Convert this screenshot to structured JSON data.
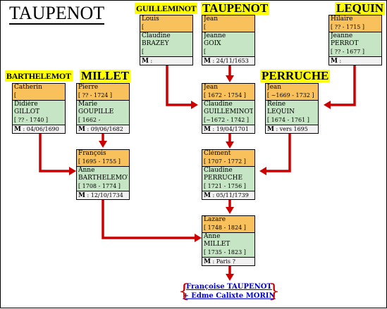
{
  "title": "TAUPENOT",
  "families": {
    "guilleminot": "GUILLEMINOT",
    "taupenot": "TAUPENOT",
    "lequin": "LEQUIN",
    "barthelemot": "BARTHELEMOT",
    "millet": "MILLET",
    "perruche": "PERRUCHE"
  },
  "couples": {
    "guilleminot": {
      "male": "Louis",
      "male_dates": "[",
      "female1": "Claudine",
      "female2": "BRAZEY",
      "female_dates": "[",
      "marriage_label": "M",
      "marriage": ":"
    },
    "taupenot": {
      "male": "Jean",
      "male_dates": "[",
      "female1": "Jeanne",
      "female2": "GOIX",
      "female_dates": "[",
      "marriage_label": "M",
      "marriage": ": 24/11/1653"
    },
    "lequin": {
      "male": "Hilaire",
      "male_dates": "[ ?? - 1715 ]",
      "female1": "Jeanne",
      "female2": "PERROT",
      "female_dates": "[ ?? - 1677 ]",
      "marriage_label": "M",
      "marriage": ":"
    },
    "barthelemot": {
      "male": "Catherin",
      "male_dates": "[",
      "female1": "Didière",
      "female2": "GILLOT",
      "female_dates": "[ ?? - 1740 ]",
      "marriage_label": "M",
      "marriage": ": 04/06/1690"
    },
    "millet": {
      "male": "Pierre",
      "male_dates": "[ ?? - 1724 ]",
      "female1": "Marie",
      "female2": "GOUPILLE",
      "female_dates": "[ 1662 -",
      "marriage_label": "M",
      "marriage": ": 09/06/1682"
    },
    "taupenot2": {
      "male": "Jean",
      "male_dates": "[ 1672 - 1754 ]",
      "female1": "Claudine",
      "female2": "GUILLEMINOT",
      "female_dates": "[~1672 - 1742 ]",
      "marriage_label": "M",
      "marriage": ": 19/04/1701"
    },
    "perruche": {
      "male": "Jean",
      "male_dates": "[ ~1669 - 1732 ]",
      "female1": "Reine",
      "female2": "LEQUIN",
      "female_dates": "[ 1674 - 1761 ]",
      "marriage_label": "M",
      "marriage": ":  vers 1695"
    },
    "francois": {
      "male": "François",
      "male_dates": "[ 1695 - 1755 ]",
      "female1": "Anne",
      "female2": "BARTHELEMOT",
      "female_dates": "[ 1708 - 1774 ]",
      "marriage_label": "M",
      "marriage": ": 12/10/1734"
    },
    "clement": {
      "male": "Clément",
      "male_dates": "[ 1707 - 1772 ]",
      "female1": "Claudine",
      "female2": "PERRUCHE",
      "female_dates": "[ 1721 - 1756 ]",
      "marriage_label": "M",
      "marriage": ": 05/11/1739"
    },
    "lazare": {
      "male": "Lazare",
      "male_dates": "[ 1748 - 1824 ]",
      "female1": "Anne",
      "female2": "MILLET",
      "female_dates": "[ 1735 - 1823 ]",
      "marriage_label": "M",
      "marriage": ":   Paris ?"
    }
  },
  "descendants": {
    "line1": "Françoise TAUPENOT",
    "line2": "+ Edme Calixte MORIN"
  },
  "colors": {
    "male_bg": "#f9c15b",
    "female_bg": "#c6e5c5",
    "marriage_bg": "#f2f2f2",
    "family_label_bg": "#ffff00",
    "connector": "#cc0000",
    "descendant_text": "#0000cc"
  }
}
